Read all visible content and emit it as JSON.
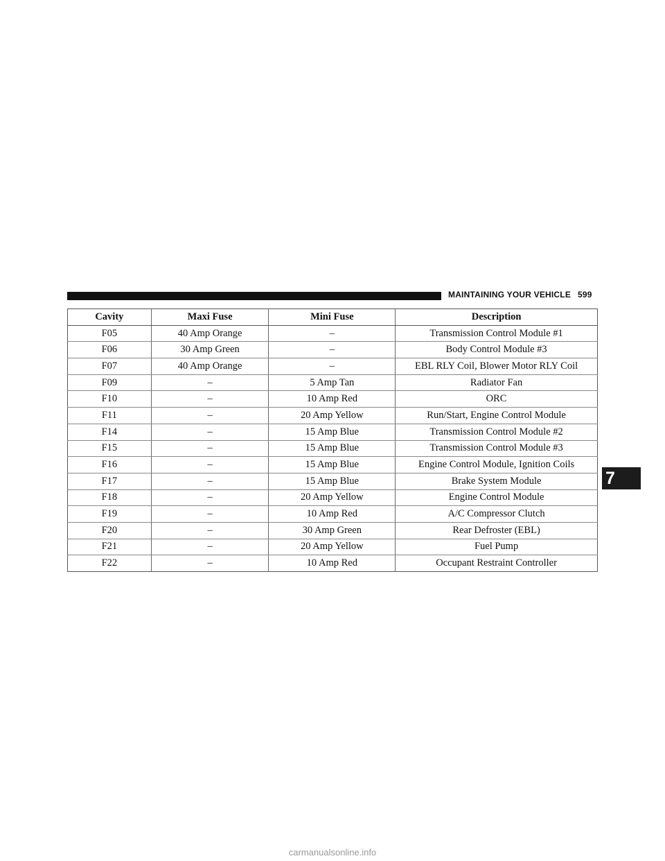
{
  "header": {
    "title": "MAINTAINING YOUR VEHICLE",
    "page_number": "599"
  },
  "chapter_tab": "7",
  "table": {
    "columns": [
      "Cavity",
      "Maxi Fuse",
      "Mini Fuse",
      "Description"
    ],
    "rows": [
      [
        "F05",
        "40 Amp Orange",
        "–",
        "Transmission Control Module #1"
      ],
      [
        "F06",
        "30 Amp Green",
        "–",
        "Body Control Module #3"
      ],
      [
        "F07",
        "40 Amp Orange",
        "–",
        "EBL RLY Coil, Blower Motor RLY Coil"
      ],
      [
        "F09",
        "–",
        "5 Amp Tan",
        "Radiator Fan"
      ],
      [
        "F10",
        "–",
        "10 Amp Red",
        "ORC"
      ],
      [
        "F11",
        "–",
        "20 Amp Yellow",
        "Run/Start, Engine Control Module"
      ],
      [
        "F14",
        "–",
        "15 Amp Blue",
        "Transmission Control Module #2"
      ],
      [
        "F15",
        "–",
        "15 Amp Blue",
        "Transmission Control Module #3"
      ],
      [
        "F16",
        "–",
        "15 Amp Blue",
        "Engine Control Module, Ignition Coils"
      ],
      [
        "F17",
        "–",
        "15 Amp Blue",
        "Brake System Module"
      ],
      [
        "F18",
        "–",
        "20 Amp Yellow",
        "Engine Control Module"
      ],
      [
        "F19",
        "–",
        "10 Amp Red",
        "A/C Compressor Clutch"
      ],
      [
        "F20",
        "–",
        "30 Amp Green",
        "Rear Defroster (EBL)"
      ],
      [
        "F21",
        "–",
        "20 Amp Yellow",
        "Fuel Pump"
      ],
      [
        "F22",
        "–",
        "10 Amp Red",
        "Occupant Restraint Controller"
      ]
    ]
  },
  "footer": {
    "watermark": "carmanualsonline.info"
  }
}
